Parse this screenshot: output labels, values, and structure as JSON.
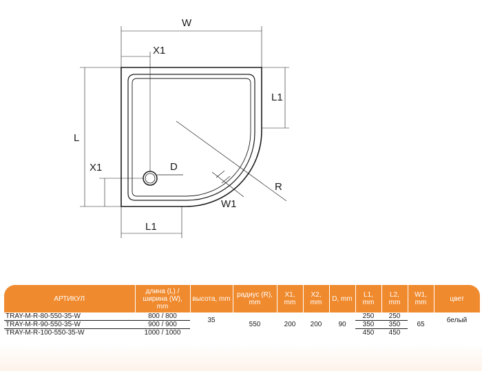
{
  "labels": {
    "w": "W",
    "x1_top": "X1",
    "l1_right": "L1",
    "l": "L",
    "x1_left": "X1",
    "d": "D",
    "r": "R",
    "w1": "W1",
    "l1_bottom": "L1"
  },
  "colors": {
    "header_bg": "#f08a2e",
    "header_text": "#ffffff",
    "line": "#1a1a1a"
  },
  "table": {
    "headers": [
      "АРТИКУЛ",
      "длина (L) / ширина (W), mm",
      "высота, mm",
      "радиус (R), mm",
      "X1, mm",
      "X2, mm",
      "D, mm",
      "L1, mm",
      "L2, mm",
      "W1, mm",
      "цвет"
    ],
    "rows": [
      {
        "article": "TRAY-M-R-80-550-35-W",
        "size": "800 / 800",
        "l1": "250",
        "l2": "250"
      },
      {
        "article": "TRAY-M-R-90-550-35-W",
        "size": "900 / 900",
        "l1": "350",
        "l2": "350"
      },
      {
        "article": "TRAY-M-R-100-550-35-W",
        "size": "1000 / 1000",
        "l1": "450",
        "l2": "450"
      }
    ],
    "shared": {
      "height": "35",
      "radius": "550",
      "x1": "200",
      "x2": "200",
      "d": "90",
      "w1": "65",
      "color": "белый"
    }
  }
}
